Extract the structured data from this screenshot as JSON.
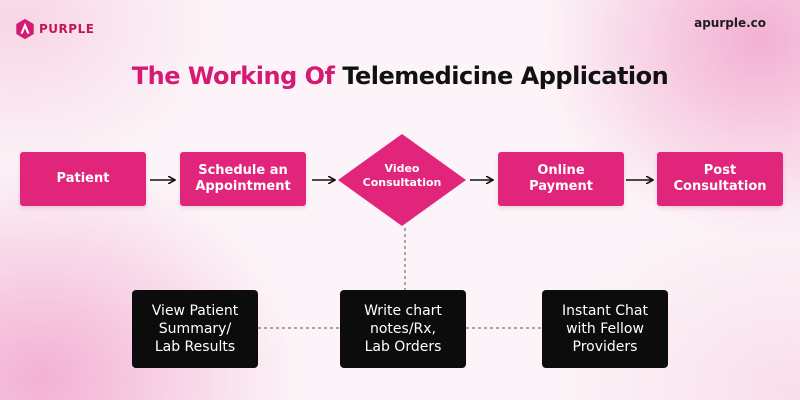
{
  "brand": {
    "logo_text": "PURPLE",
    "url": "apurple.co"
  },
  "title": {
    "part1": "The Working Of",
    "part2": "Telemedicine Application"
  },
  "flow_steps": [
    {
      "label": "Patient"
    },
    {
      "label": "Schedule an\nAppointment"
    },
    {
      "label": "Video\nConsultation"
    },
    {
      "label": "Online\nPayment"
    },
    {
      "label": "Post\nConsultation"
    }
  ],
  "consultation_actions": [
    {
      "label": "View Patient\nSummary/\nLab Results"
    },
    {
      "label": "Write chart\nnotes/Rx,\nLab Orders"
    },
    {
      "label": "Instant Chat\nwith Fellow\nProviders"
    }
  ],
  "colors": {
    "accent": "#e0257b",
    "title_accent": "#d41a72",
    "dark": "#0c0c0c"
  }
}
